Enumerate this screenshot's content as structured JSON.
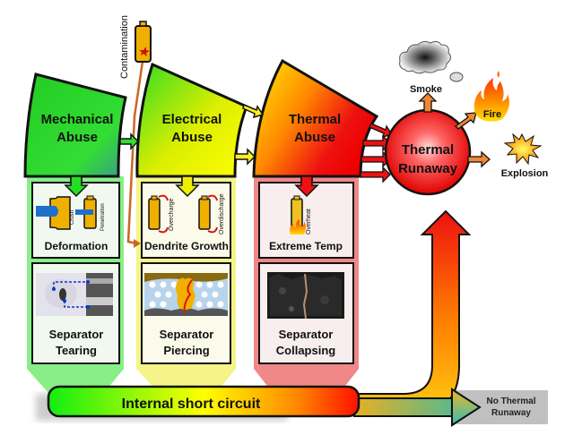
{
  "title": "Abuse conditions leading to thermal runaway",
  "contamination": {
    "label": "Contamination"
  },
  "abuses": [
    {
      "line1": "Mechanical",
      "line2": "Abuse",
      "color": "#22cc22"
    },
    {
      "line1": "Electrical",
      "line2": "Abuse",
      "color": "#eeee00"
    },
    {
      "line1": "Thermal",
      "line2": "Abuse",
      "color": "#ee1111"
    }
  ],
  "mechanisms": [
    {
      "label": "Deformation",
      "sub": [
        "Crush",
        "Penetration"
      ]
    },
    {
      "label": "Dendrite Growth",
      "sub": [
        "Overcharge",
        "Overdischarge"
      ]
    },
    {
      "label": "Extreme Temp",
      "sub": [
        "Overheat"
      ]
    }
  ],
  "separators": [
    {
      "line1": "Separator",
      "line2": "Tearing"
    },
    {
      "line1": "Separator",
      "line2": "Piercing"
    },
    {
      "line1": "Separator",
      "line2": "Collapsing"
    }
  ],
  "runaway": {
    "line1": "Thermal",
    "line2": "Runaway"
  },
  "outcomes": [
    {
      "label": "Smoke"
    },
    {
      "label": "Fire"
    },
    {
      "label": "Explosion"
    }
  ],
  "short_circuit": {
    "label": "Internal short circuit"
  },
  "no_runaway": {
    "line1": "No Thermal",
    "line2": "Runaway"
  }
}
